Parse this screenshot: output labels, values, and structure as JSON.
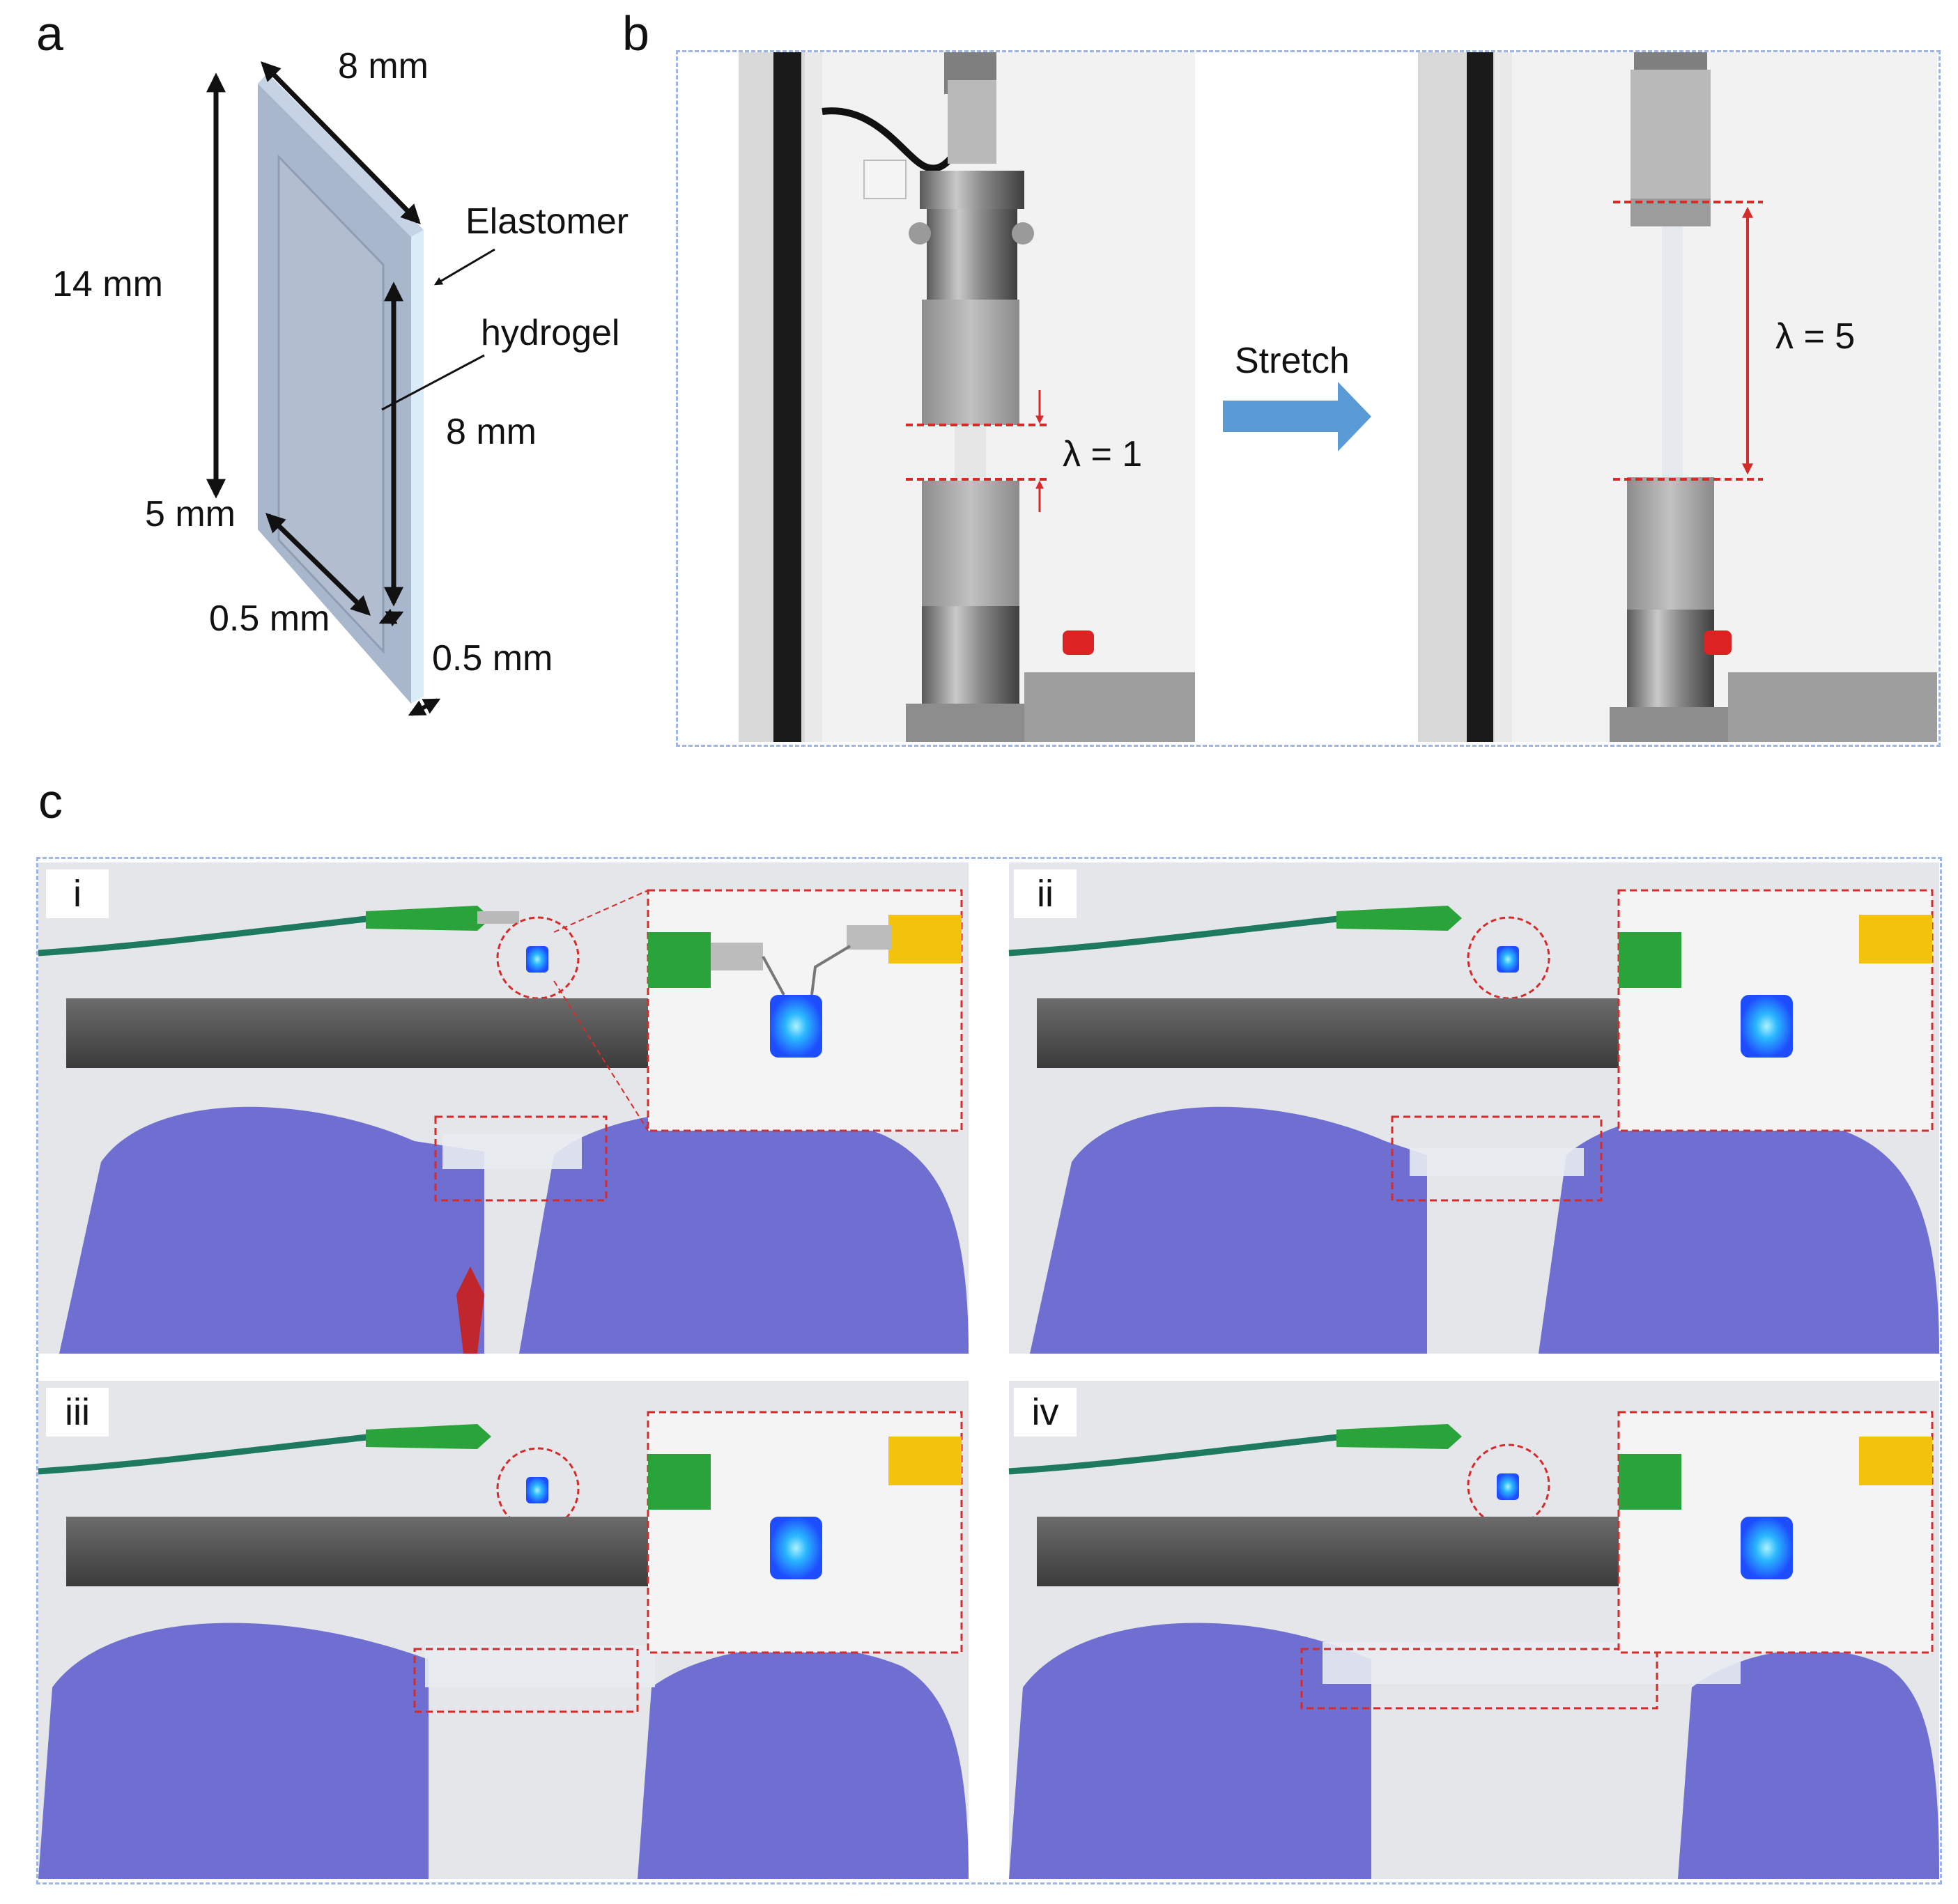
{
  "panels": {
    "a": {
      "letter": "a",
      "dims": {
        "top_width": "8 mm",
        "height": "14 mm",
        "hydrogel_length": "8 mm",
        "hydrogel_width": "5 mm",
        "gap": "0.5 mm",
        "thickness": "0.5 mm"
      },
      "labels": {
        "elastomer": "Elastomer",
        "hydrogel": "hydrogel"
      }
    },
    "b": {
      "letter": "b",
      "stretch_label": "Stretch",
      "lambda_before": "λ = 1",
      "lambda_after": "λ = 5"
    },
    "c": {
      "letter": "c",
      "subpanels": [
        "i",
        "ii",
        "iii",
        "iv"
      ]
    }
  },
  "colors": {
    "frame_dash": "#9fb7e0",
    "arrow_blue": "#5b9bd5",
    "marker_red": "#d62b2b",
    "glove": "#6e6fd0",
    "led": "#1e73ff"
  }
}
